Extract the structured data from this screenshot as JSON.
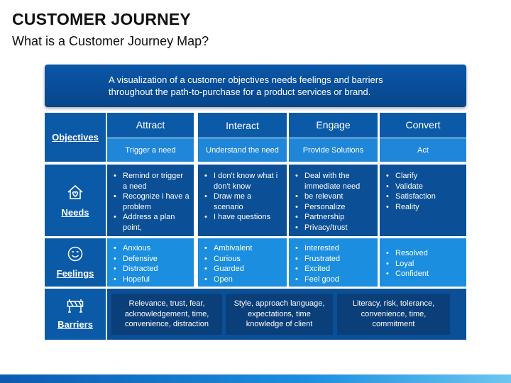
{
  "title": "CUSTOMER JOURNEY",
  "subtitle": "What is a Customer Journey Map?",
  "banner": "A visualization of a customer objectives needs feelings and barriers throughout the path-to-purchase for a product services or brand.",
  "rows": {
    "objectives": "Objectives",
    "needs": "Needs",
    "feelings": "Feelings",
    "barriers": "Barriers"
  },
  "icons": {
    "needs": "house-heart-icon",
    "feelings": "smiley-face-icon",
    "barriers": "barrier-icon"
  },
  "stages": [
    {
      "name": "Attract",
      "objective": "Trigger a need"
    },
    {
      "name": "Interact",
      "objective": "Understand the need"
    },
    {
      "name": "Engage",
      "objective": "Provide  Solutions"
    },
    {
      "name": "Convert",
      "objective": "Act"
    }
  ],
  "needs": [
    [
      "Remind or trigger a need",
      "Recognize i have a problem",
      "Address a plan point,"
    ],
    [
      "I don't know what i don't know",
      "Draw me a scenario",
      "I have questions"
    ],
    [
      "Deal with the immediate need",
      "be relevant",
      "Personalize",
      "Partnership",
      "Privacy/trust"
    ],
    [
      "Clarify",
      " Validate",
      "Satisfaction",
      "Reality"
    ]
  ],
  "feelings": [
    [
      "Anxious",
      "Defensive",
      "Distracted",
      "Hopeful"
    ],
    [
      "Ambivalent",
      "Curious",
      "Guarded",
      "Open"
    ],
    [
      "Interested",
      "Frustrated",
      "Excited",
      "Feel good"
    ],
    [
      "Resolved",
      "Loyal",
      "Confident"
    ]
  ],
  "barriers": [
    "Relevance, trust, fear, acknowledgement, time, convenience, distraction",
    "Style, approach language, expectations, time knowledge of client",
    "Literacy, risk, tolerance, convenience, time, commitment"
  ],
  "colors": {
    "dark_blue": "#0b5aa8",
    "light_blue": "#1f86d8",
    "bright_blue": "#1b8ee0",
    "navy": "#0a3f7a"
  }
}
